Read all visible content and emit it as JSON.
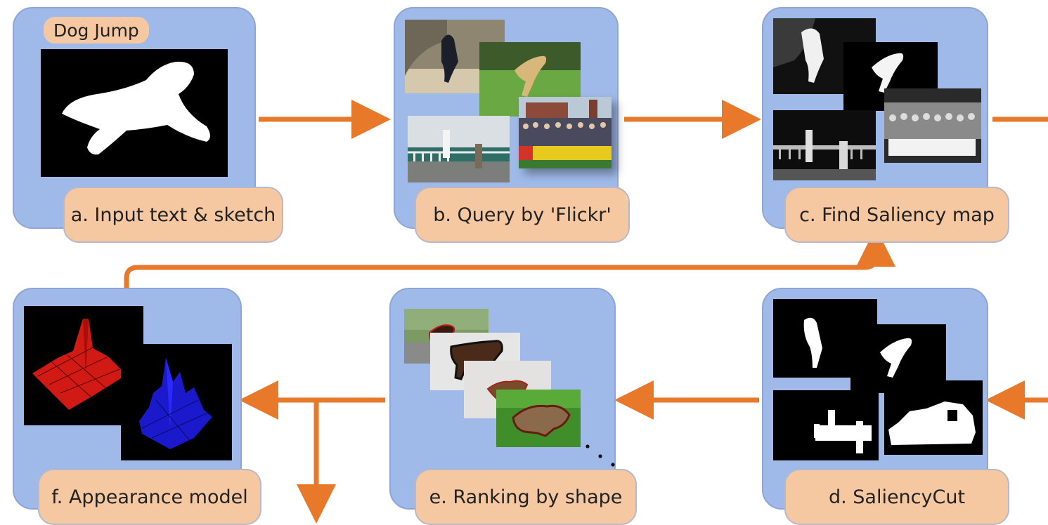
{
  "steps": {
    "a": {
      "label": "a. Input text & sketch",
      "tag": "Dog Jump"
    },
    "b": {
      "label": "b. Query by 'Flickr'"
    },
    "c": {
      "label": "c. Find Saliency map"
    },
    "d": {
      "label": "d. SaliencyCut"
    },
    "e": {
      "label": "e. Ranking by shape"
    },
    "f": {
      "label": "f. Appearance model"
    }
  },
  "colors": {
    "panel": "#9fbae9",
    "label": "#f6c8a2",
    "arrow": "#e8792a"
  }
}
